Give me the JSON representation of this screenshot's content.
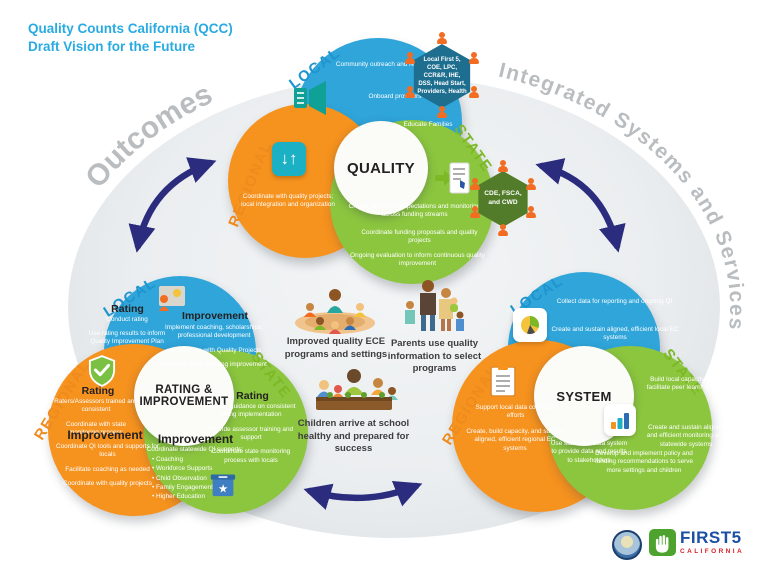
{
  "title": {
    "line1": "Quality Counts California (QCC)",
    "line2": "Draft Vision for the Future"
  },
  "background": {
    "left_label": "Outcomes",
    "right_label": "Integrated Systems and Services"
  },
  "colors": {
    "blue": "#2fa5da",
    "orange": "#f6921e",
    "green": "#8cc63f",
    "navy": "#2b2c7d",
    "title_blue": "#29abe2",
    "gray_label": "#b9bdc0",
    "badge_teal": "#1d6e8f",
    "badge_green": "#527c2a"
  },
  "quality": {
    "center_label": "QUALITY",
    "tags": {
      "local": "LOCAL",
      "state": "STATE",
      "regional": "REGIONAL"
    },
    "local_items": [
      "Community outreach and recruitment",
      "Onboard providers",
      "Educate Families"
    ],
    "regional_item": "Coordinate with quality projects; local integration and organization",
    "state_items": [
      "Create consistent expectations and monitoring across funding streams",
      "Coordinate funding proposals and quality projects",
      "Ongoing evaluation to inform continuous quality improvement"
    ],
    "partners_badge": "Local First 5, COE, LPC, CCR&R, IHE, DSS, Head Start, Providers, Health",
    "state_badge": "CDE, FSCA, and CWD"
  },
  "rating_improvement": {
    "center_label_line1": "RATING &",
    "center_label_line2": "IMPROVEMENT",
    "tags": {
      "local": "LOCAL",
      "state": "STATE",
      "regional": "REGIONAL"
    },
    "local": {
      "rating_heading": "Rating",
      "rating_sub": "Conduct rating",
      "rating_item": "Use rating results to inform Quality Improvement Plan",
      "improvement_heading": "Improvement",
      "improvement_items": [
        "Implement coaching, scholarships, professional development",
        "• Coordinate with Quality Projects",
        "• Support sites' ongoing improvement"
      ]
    },
    "regional": {
      "rating_heading": "Rating",
      "rating_items": [
        "Raters/Assessors trained and consistent",
        "Coordinate with state monitoring process"
      ],
      "improvement_heading": "Improvement",
      "improvement_items": [
        "Coordinate QI tools and supports for locals",
        "Facilitate coaching as needed",
        "Coordinate with quality projects"
      ]
    },
    "state": {
      "rating_heading": "Rating",
      "rating_items": [
        "Provide guidance on consistent rating implementation",
        "Provide assessor training and support",
        "Coordinate state monitoring process with locals"
      ],
      "improvement_heading": "Improvement",
      "improvement_intro": "Coordinate statewide QI supports:",
      "improvement_items": [
        "• Coaching",
        "• Workforce Supports",
        "• Child Observation",
        "• Family Engagement",
        "• Higher Education"
      ]
    }
  },
  "system": {
    "center_label": "SYSTEM",
    "tags": {
      "local": "LOCAL",
      "state": "STATE",
      "regional": "REGIONAL"
    },
    "local_items": [
      "Collect data for reporting and ongoing QI",
      "Create and sustain aligned, efficient local EC systems"
    ],
    "regional_items": [
      "Support local data collection efforts",
      "Create, build capacity, and sustain aligned, efficient regional EC systems"
    ],
    "state_items": [
      "Build local capacity, facilitate peer learning",
      "Create and sustain aligned and efficient monitoring and statewide systems",
      "Use statewide data system to provide data and results to stakeholders",
      "Develop and implement policy and funding recommendations to serve more settings and children"
    ]
  },
  "outcomes": {
    "ece": "Improved quality ECE programs and settings",
    "parents": "Parents use quality information to select programs",
    "children": "Children arrive at school healthy and prepared for success"
  },
  "footer": {
    "brand_top": "FIRST5",
    "brand_bottom": "CALIFORNIA"
  }
}
